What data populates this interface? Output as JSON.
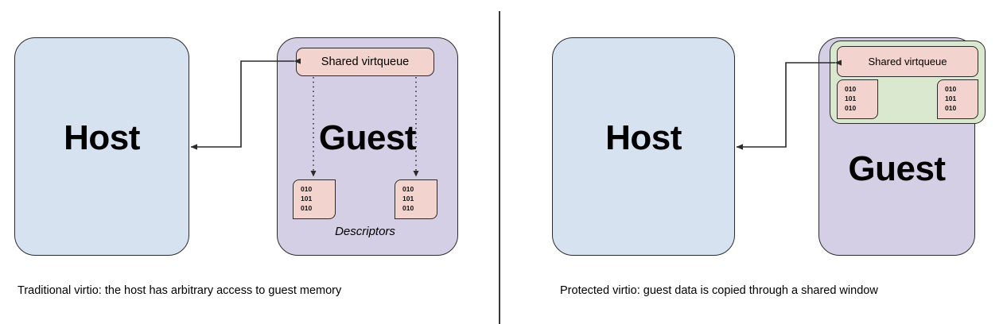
{
  "figure": {
    "title_left": "Traditional virtio: the host has arbitrary access to guest memory",
    "title_right": "Protected virtio: guest data is copied through a shared window"
  },
  "colors": {
    "host_fill": "#d6e2f0",
    "guest_fill": "#d5cfe6",
    "virtqueue_fill": "#f2d3cd",
    "descriptor_fill": "#f2d3cd",
    "shared_window_fill": "#d9e8ce",
    "stroke": "#2b2b2b",
    "divider": "#3a3a3a",
    "background": "#ffffff"
  },
  "panels": [
    {
      "id": "traditional",
      "host": {
        "label": "Host"
      },
      "guest": {
        "label": "Guest",
        "virtqueue": {
          "label": "Shared virtqueue"
        },
        "descriptors_label": "Descriptors",
        "descriptors": [
          {
            "lines": [
              "010",
              "101",
              "010"
            ]
          },
          {
            "lines": [
              "010",
              "101",
              "010"
            ]
          }
        ]
      },
      "connector": {
        "kind": "double-headed-elbow",
        "from": "host",
        "to": "shared-virtqueue"
      },
      "caption": "Traditional virtio: the host has arbitrary access to guest memory"
    },
    {
      "id": "protected",
      "host": {
        "label": "Host"
      },
      "guest": {
        "label": "Guest",
        "shared_window": {
          "virtqueue": {
            "label": "Shared virtqueue"
          },
          "descriptors": [
            {
              "lines": [
                "010",
                "101",
                "010"
              ]
            },
            {
              "lines": [
                "010",
                "101",
                "010"
              ]
            }
          ]
        }
      },
      "connector": {
        "kind": "double-headed-elbow",
        "from": "host",
        "to": "shared-virtqueue"
      },
      "caption": "Protected virtio: guest data is copied through a shared window"
    }
  ]
}
